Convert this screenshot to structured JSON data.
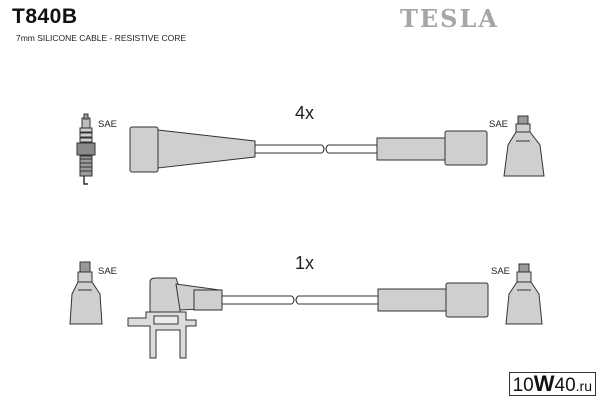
{
  "header": {
    "part_number": "T840B",
    "subtitle": "7mm SILICONE CABLE - RESISTIVE CORE",
    "brand": "TESLA"
  },
  "sets": [
    {
      "quantity_label": "4x",
      "left_terminal_label": "SAE",
      "right_terminal_label": "SAE"
    },
    {
      "quantity_label": "1x",
      "left_terminal_label": "SAE",
      "right_terminal_label": "SAE"
    }
  ],
  "watermark": {
    "part1": "10",
    "part2": "W",
    "part3": "40",
    "part4": ".ru"
  },
  "colors": {
    "boot_fill": "#cfcfcf",
    "outline": "#333333",
    "brand_grey": "#a6a6a6"
  }
}
